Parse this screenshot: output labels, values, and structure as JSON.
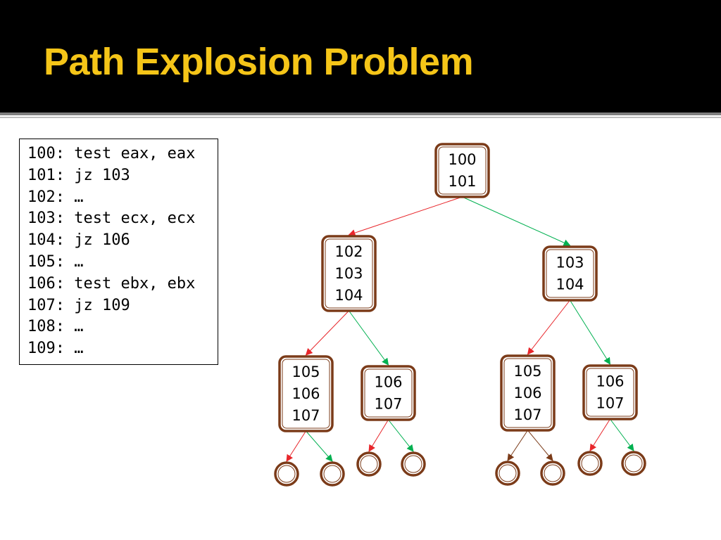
{
  "slide": {
    "title": "Path Explosion Problem",
    "title_color": "#f5c518",
    "background": "#ffffff"
  },
  "code": {
    "lines": [
      "100: test eax, eax",
      "101: jz 103",
      "102: …",
      "103: test ecx, ecx",
      "104: jz 106",
      "105: …",
      "106: test ebx, ebx",
      "107: jz 109",
      "108: …",
      "109: …"
    ]
  },
  "tree": {
    "colors": {
      "node_border": "#7b3b19",
      "taken_edge": "#00b050",
      "not_taken_edge": "#e8262b",
      "brown_edge": "#7b3b19"
    },
    "nodes": [
      {
        "id": "n0",
        "lines": [
          "100",
          "101"
        ]
      },
      {
        "id": "n1",
        "lines": [
          "102",
          "103",
          "104"
        ]
      },
      {
        "id": "n2",
        "lines": [
          "103",
          "104"
        ]
      },
      {
        "id": "n3",
        "lines": [
          "105",
          "106",
          "107"
        ]
      },
      {
        "id": "n4",
        "lines": [
          "106",
          "107"
        ]
      },
      {
        "id": "n5",
        "lines": [
          "105",
          "106",
          "107"
        ]
      },
      {
        "id": "n6",
        "lines": [
          "106",
          "107"
        ]
      },
      {
        "id": "l0",
        "lines": []
      },
      {
        "id": "l1",
        "lines": []
      },
      {
        "id": "l2",
        "lines": []
      },
      {
        "id": "l3",
        "lines": []
      },
      {
        "id": "l4",
        "lines": []
      },
      {
        "id": "l5",
        "lines": []
      },
      {
        "id": "l6",
        "lines": []
      },
      {
        "id": "l7",
        "lines": []
      }
    ],
    "edges": [
      {
        "from": "n0",
        "to": "n1",
        "kind": "not_taken"
      },
      {
        "from": "n0",
        "to": "n2",
        "kind": "taken"
      },
      {
        "from": "n1",
        "to": "n3",
        "kind": "not_taken"
      },
      {
        "from": "n1",
        "to": "n4",
        "kind": "taken"
      },
      {
        "from": "n2",
        "to": "n5",
        "kind": "not_taken"
      },
      {
        "from": "n2",
        "to": "n6",
        "kind": "taken"
      },
      {
        "from": "n3",
        "to": "l0",
        "kind": "not_taken"
      },
      {
        "from": "n3",
        "to": "l1",
        "kind": "taken"
      },
      {
        "from": "n4",
        "to": "l2",
        "kind": "not_taken"
      },
      {
        "from": "n4",
        "to": "l3",
        "kind": "taken"
      },
      {
        "from": "n5",
        "to": "l4",
        "kind": "brown"
      },
      {
        "from": "n5",
        "to": "l5",
        "kind": "brown"
      },
      {
        "from": "n6",
        "to": "l6",
        "kind": "not_taken"
      },
      {
        "from": "n6",
        "to": "l7",
        "kind": "taken"
      }
    ]
  }
}
